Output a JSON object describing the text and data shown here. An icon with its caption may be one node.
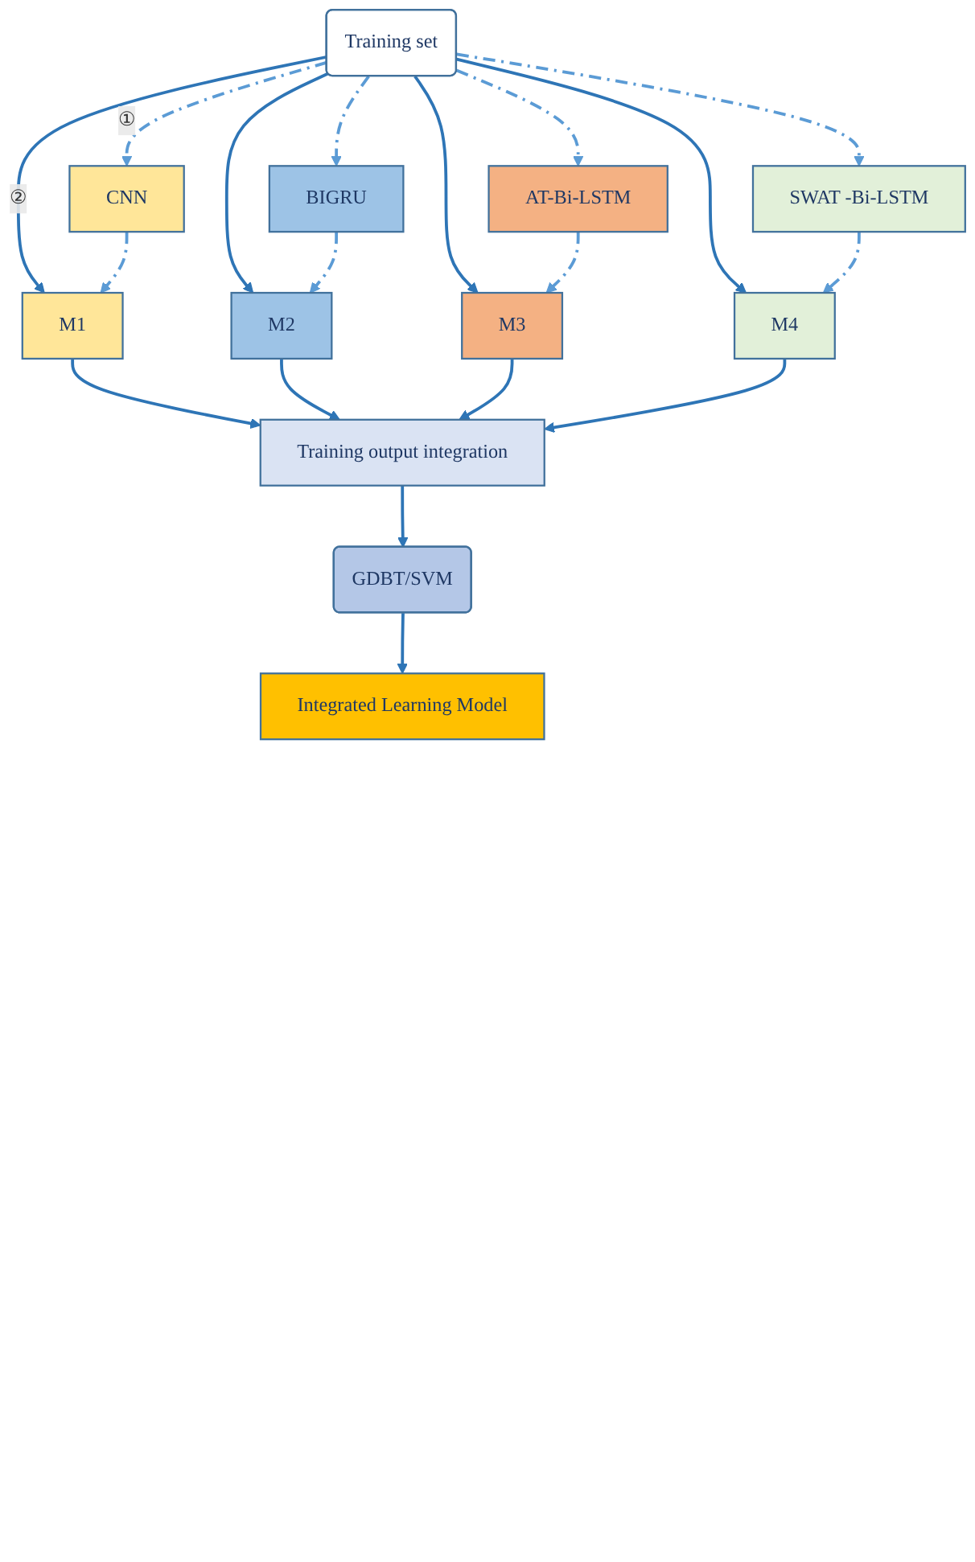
{
  "diagram": {
    "nodes": [
      {
        "text": [
          "Training set"
        ]
      },
      {
        "text": [
          "CNN"
        ]
      },
      {
        "text": [
          "M1"
        ]
      },
      {
        "text": [
          "BIGRU"
        ]
      },
      {
        "text": [
          "M2"
        ]
      },
      {
        "text": [
          "AT-Bi-LSTM"
        ]
      },
      {
        "text": [
          "M3"
        ]
      },
      {
        "text": [
          "SWAT -Bi-LSTM"
        ]
      },
      {
        "text": [
          "M4"
        ]
      },
      {
        "text": [
          "Training output integration"
        ]
      },
      {
        "text": [
          "GDBT/SVM"
        ]
      },
      {
        "text": [
          "Integrated Learning Model"
        ]
      }
    ],
    "edges": [
      {
        "from": 0,
        "to": 1,
        "arrow": "to",
        "style": "dashed",
        "color": "#5b9bd5",
        "label": "①"
      },
      {
        "from": 0,
        "to": 3,
        "arrow": "to",
        "style": "dashed",
        "color": "#5b9bd5"
      },
      {
        "from": 0,
        "to": 5,
        "arrow": "to",
        "style": "dashed",
        "color": "#5b9bd5"
      },
      {
        "from": 0,
        "to": 7,
        "arrow": "to",
        "style": "dashed",
        "color": "#5b9bd5"
      },
      {
        "from": 0,
        "to": 2,
        "arrow": "to",
        "label": "②"
      },
      {
        "from": 0,
        "to": 4,
        "arrow": "to"
      },
      {
        "from": 0,
        "to": 6,
        "arrow": "to"
      },
      {
        "from": 0,
        "to": 8,
        "arrow": "to"
      },
      {
        "from": 1,
        "to": 2,
        "arrow": "to",
        "style": "dashed",
        "color": "#5b9bd5"
      },
      {
        "from": 3,
        "to": 4,
        "arrow": "to",
        "style": "dashed",
        "color": "#5b9bd5"
      },
      {
        "from": 5,
        "to": 6,
        "arrow": "to",
        "style": "dashed",
        "color": "#5b9bd5"
      },
      {
        "from": 7,
        "to": 8,
        "arrow": "to",
        "style": "dashed",
        "color": "#5b9bd5"
      },
      {
        "from": 2,
        "to": 9,
        "arrow": "to"
      },
      {
        "from": 4,
        "to": 9,
        "arrow": "to"
      },
      {
        "from": 6,
        "to": 9,
        "arrow": "to"
      },
      {
        "from": 8,
        "to": 9,
        "arrow": "to"
      },
      {
        "from": 9,
        "to": 10,
        "arrow": "to"
      },
      {
        "from": 10,
        "to": 11,
        "arrow": "to"
      }
    ]
  }
}
